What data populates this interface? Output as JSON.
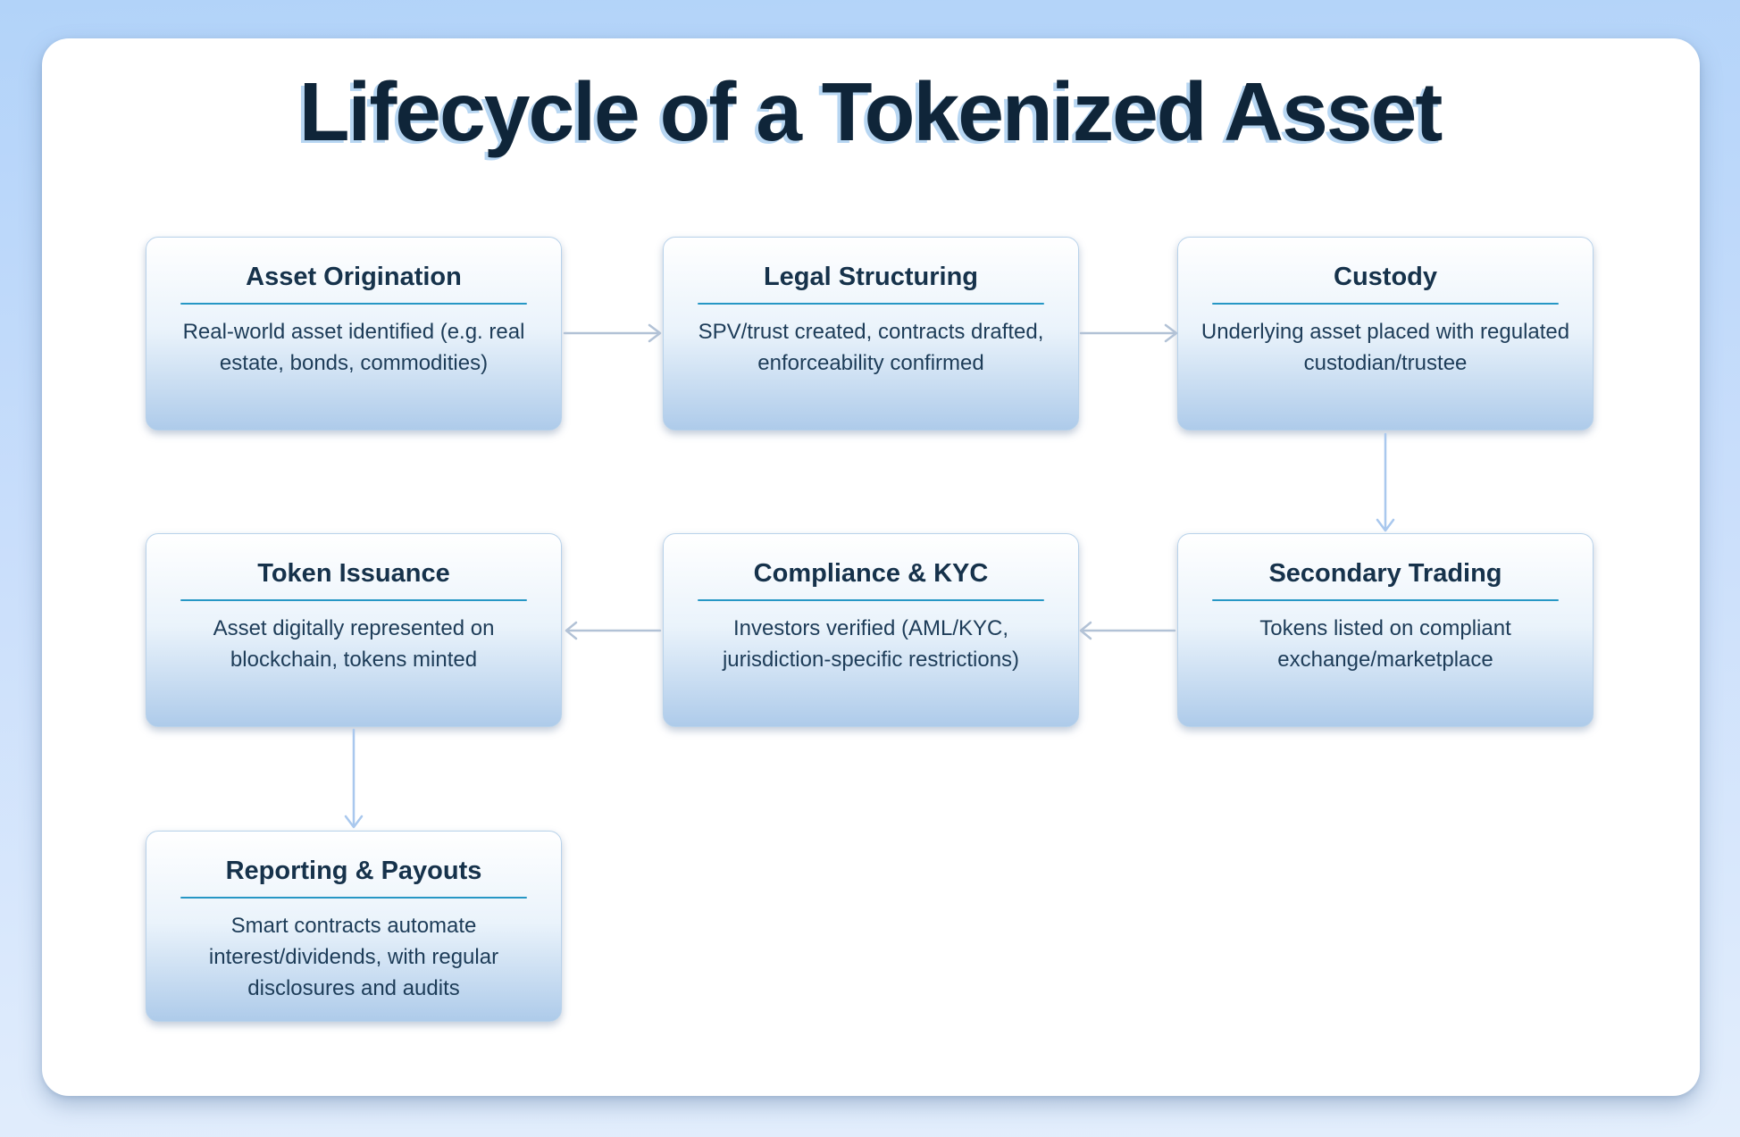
{
  "page": {
    "title": "Lifecycle of a Tokenized Asset"
  },
  "nodes": [
    {
      "id": "asset-origination",
      "title": "Asset Origination",
      "description": "Real-world asset identified (e.g. real estate, bonds, commodities)"
    },
    {
      "id": "legal-structuring",
      "title": "Legal Structuring",
      "description": "SPV/trust created, contracts drafted, enforceability confirmed"
    },
    {
      "id": "custody",
      "title": "Custody",
      "description": "Underlying asset placed with regulated custodian/trustee"
    },
    {
      "id": "secondary-trading",
      "title": "Secondary Trading",
      "description": "Tokens listed on compliant exchange/marketplace"
    },
    {
      "id": "compliance-kyc",
      "title": "Compliance & KYC",
      "description": "Investors verified (AML/KYC, jurisdiction-specific restrictions)"
    },
    {
      "id": "token-issuance",
      "title": "Token Issuance",
      "description": "Asset digitally represented on blockchain, tokens minted"
    },
    {
      "id": "reporting-payouts",
      "title": "Reporting & Payouts",
      "description": "Smart contracts automate interest/dividends, with regular disclosures and audits"
    }
  ],
  "edges": [
    {
      "from": "Asset Origination",
      "to": "Legal Structuring",
      "direction": "right"
    },
    {
      "from": "Legal Structuring",
      "to": "Custody",
      "direction": "right"
    },
    {
      "from": "Custody",
      "to": "Secondary Trading",
      "direction": "down"
    },
    {
      "from": "Secondary Trading",
      "to": "Compliance & KYC",
      "direction": "left"
    },
    {
      "from": "Compliance & KYC",
      "to": "Token Issuance",
      "direction": "left"
    },
    {
      "from": "Token Issuance",
      "to": "Reporting & Payouts",
      "direction": "down"
    }
  ],
  "colors": {
    "page_background_top": "#b2d3f9",
    "page_background_mid": "#c9defb",
    "page_background_bottom": "#e3eefc",
    "card_background": "#ffffff",
    "title_text": "#0f2539",
    "title_shadow": "#b7d6f2",
    "node_heading": "#16324b",
    "node_body": "#1d3c58",
    "node_divider": "#2697c5",
    "node_border": "#b8d2ea",
    "node_gradient_top": "#ffffff",
    "node_gradient_mid": "#eaf3fb",
    "node_gradient_bottom": "#aecbea",
    "arrow_horizontal": "#b2c2d6",
    "arrow_vertical": "#a9c8ee"
  }
}
